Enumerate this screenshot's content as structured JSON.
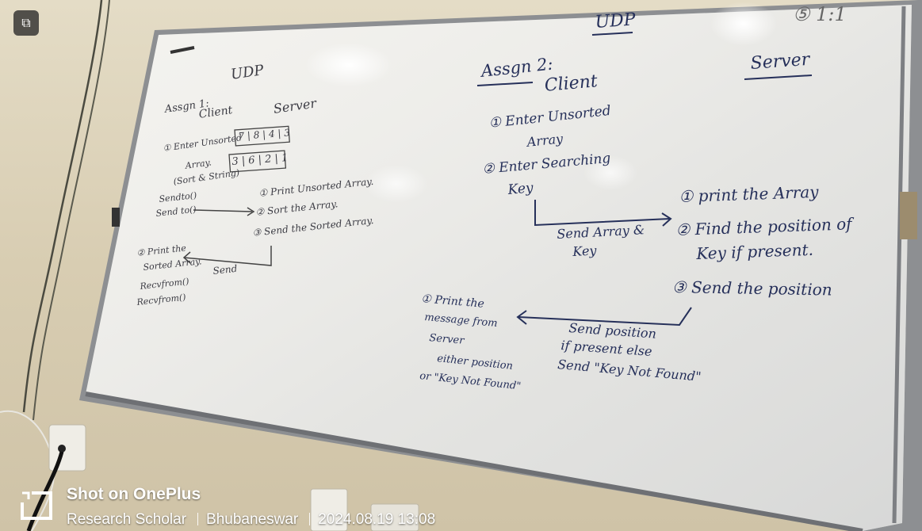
{
  "photo": {
    "camera_button_icon": "camera-toggle-icon"
  },
  "whiteboard": {
    "top_title": "UDP",
    "corner_note": "⑤ 1:1",
    "left": {
      "title": "UDP",
      "assign": "Assgn 1:",
      "client": "Client",
      "server": "Server",
      "array_top": "7 | 8 | 4 | 3",
      "array_bottom": "3 | 6 | 2 | 1",
      "client_steps": [
        "① Enter Unsorted",
        "Array.",
        "(Sort & String)"
      ],
      "calls": [
        "Sendto()",
        "Send to()"
      ],
      "server_steps": [
        "① Print Unsorted Array.",
        "② Sort the Array.",
        "③ Send the Sorted Array."
      ],
      "print_steps": [
        "② Print the",
        "Sorted Array."
      ],
      "send": "Send",
      "recv": [
        "Recvfrom()",
        "Recvfrom()"
      ]
    },
    "right": {
      "assign": "Assgn 2:",
      "client": "Client",
      "server": "Server",
      "client_steps": [
        "① Enter Unsorted",
        "Array",
        "② Enter Searching",
        "Key"
      ],
      "arrow1_label": [
        "Send Array &",
        "Key"
      ],
      "server_steps": [
        "① print the Array",
        "② Find the position of",
        "Key if present.",
        "③ Send the position"
      ],
      "client_print": [
        "① Print the",
        "message from",
        "Server",
        "either position",
        "or \"Key Not Found\""
      ],
      "arrow2_label": [
        "Send position",
        "if present else",
        "Send \"Key Not Found\""
      ]
    }
  },
  "watermark": {
    "brand": "Shot on OnePlus",
    "author": "Research Scholar",
    "location": "Bhubaneswar",
    "datetime": "2024.08.19 13:08"
  }
}
